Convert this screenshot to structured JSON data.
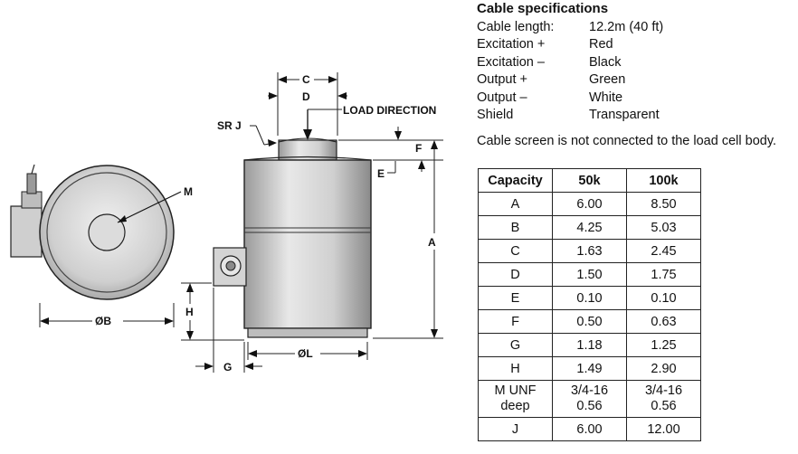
{
  "drawing": {
    "labels": {
      "C": "C",
      "D": "D",
      "load_direction": "LOAD DIRECTION",
      "SRJ": "SR J",
      "F": "F",
      "E": "E",
      "M": "M",
      "A": "A",
      "H": "H",
      "OB": "ØB",
      "OL": "ØL",
      "G": "G"
    }
  },
  "cable_specs": {
    "title": "Cable specifications",
    "rows": [
      {
        "key": "Cable length:",
        "value": "12.2m (40 ft)"
      },
      {
        "key": "Excitation +",
        "value": "Red"
      },
      {
        "key": "Excitation –",
        "value": "Black"
      },
      {
        "key": "Output +",
        "value": "Green"
      },
      {
        "key": "Output –",
        "value": "White"
      },
      {
        "key": "Shield",
        "value": "Transparent"
      }
    ],
    "note": "Cable screen is not connected to the load cell body."
  },
  "capacity_table": {
    "headers": [
      "Capacity",
      "50k",
      "100k"
    ],
    "rows": [
      [
        "A",
        "6.00",
        "8.50"
      ],
      [
        "B",
        "4.25",
        "5.03"
      ],
      [
        "C",
        "1.63",
        "2.45"
      ],
      [
        "D",
        "1.50",
        "1.75"
      ],
      [
        "E",
        "0.10",
        "0.10"
      ],
      [
        "F",
        "0.50",
        "0.63"
      ],
      [
        "G",
        "1.18",
        "1.25"
      ],
      [
        "H",
        "1.49",
        "2.90"
      ]
    ],
    "munf": {
      "label1": "M UNF",
      "label2": "deep",
      "v50a": "3/4-16",
      "v50b": "0.56",
      "v100a": "3/4-16",
      "v100b": "0.56"
    },
    "last": [
      "J",
      "6.00",
      "12.00"
    ]
  }
}
